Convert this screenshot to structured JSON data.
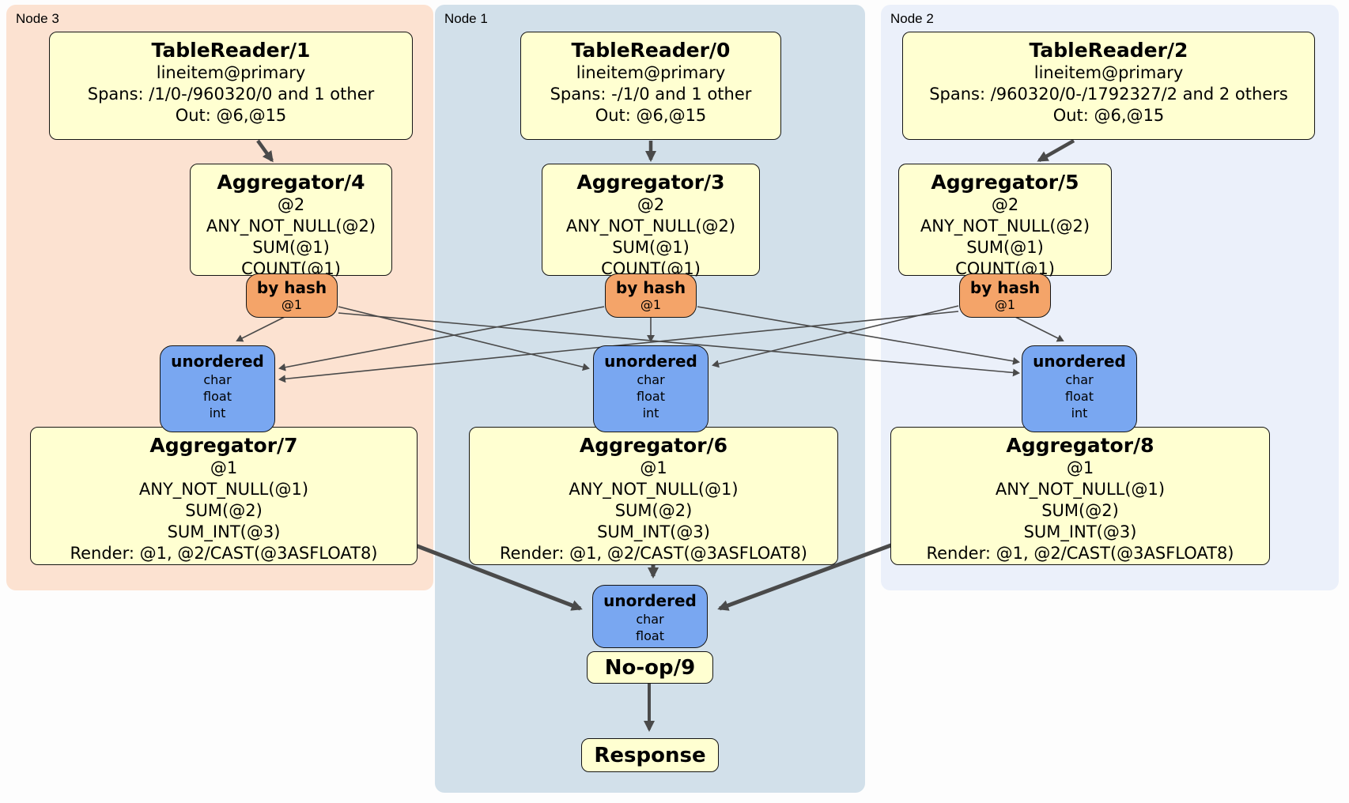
{
  "nodes": [
    {
      "label": "Node 3",
      "table_reader": {
        "title": "TableReader/1",
        "lines": [
          "lineitem@primary",
          "Spans: /1/0-/960320/0 and 1 other",
          "Out: @6,@15"
        ]
      },
      "aggregator_top": {
        "title": "Aggregator/4",
        "lines": [
          "@2",
          "ANY_NOT_NULL(@2)",
          "SUM(@1)",
          "COUNT(@1)"
        ]
      },
      "hash_router": {
        "title": "by hash",
        "key": "@1"
      },
      "sync": {
        "title": "unordered",
        "streams": [
          "char",
          "float",
          "int"
        ]
      },
      "aggregator_bottom": {
        "title": "Aggregator/7",
        "lines": [
          "@1",
          "ANY_NOT_NULL(@1)",
          "SUM(@2)",
          "SUM_INT(@3)",
          "Render: @1, @2/CAST(@3ASFLOAT8)"
        ]
      }
    },
    {
      "label": "Node 1",
      "table_reader": {
        "title": "TableReader/0",
        "lines": [
          "lineitem@primary",
          "Spans: -/1/0 and 1 other",
          "Out: @6,@15"
        ]
      },
      "aggregator_top": {
        "title": "Aggregator/3",
        "lines": [
          "@2",
          "ANY_NOT_NULL(@2)",
          "SUM(@1)",
          "COUNT(@1)"
        ]
      },
      "hash_router": {
        "title": "by hash",
        "key": "@1"
      },
      "sync": {
        "title": "unordered",
        "streams": [
          "char",
          "float",
          "int"
        ]
      },
      "aggregator_bottom": {
        "title": "Aggregator/6",
        "lines": [
          "@1",
          "ANY_NOT_NULL(@1)",
          "SUM(@2)",
          "SUM_INT(@3)",
          "Render: @1, @2/CAST(@3ASFLOAT8)"
        ]
      }
    },
    {
      "label": "Node 2",
      "table_reader": {
        "title": "TableReader/2",
        "lines": [
          "lineitem@primary",
          "Spans: /960320/0-/1792327/2 and 2 others",
          "Out: @6,@15"
        ]
      },
      "aggregator_top": {
        "title": "Aggregator/5",
        "lines": [
          "@2",
          "ANY_NOT_NULL(@2)",
          "SUM(@1)",
          "COUNT(@1)"
        ]
      },
      "hash_router": {
        "title": "by hash",
        "key": "@1"
      },
      "sync": {
        "title": "unordered",
        "streams": [
          "char",
          "float",
          "int"
        ]
      },
      "aggregator_bottom": {
        "title": "Aggregator/8",
        "lines": [
          "@1",
          "ANY_NOT_NULL(@1)",
          "SUM(@2)",
          "SUM_INT(@3)",
          "Render: @1, @2/CAST(@3ASFLOAT8)"
        ]
      }
    }
  ],
  "final_flow": {
    "sync": {
      "title": "unordered",
      "streams": [
        "char",
        "float"
      ]
    },
    "noop_label": "No-op/9",
    "response_label": "Response"
  },
  "colors": {
    "node3_bg": "#fce2d1",
    "node1_bg": "#d2e0ea",
    "node2_bg": "#ebf0fa",
    "processor_fill": "#ffffd1",
    "router_fill": "#f4a469",
    "sync_fill": "#79a7f1",
    "edge": "#4a4a4a"
  }
}
